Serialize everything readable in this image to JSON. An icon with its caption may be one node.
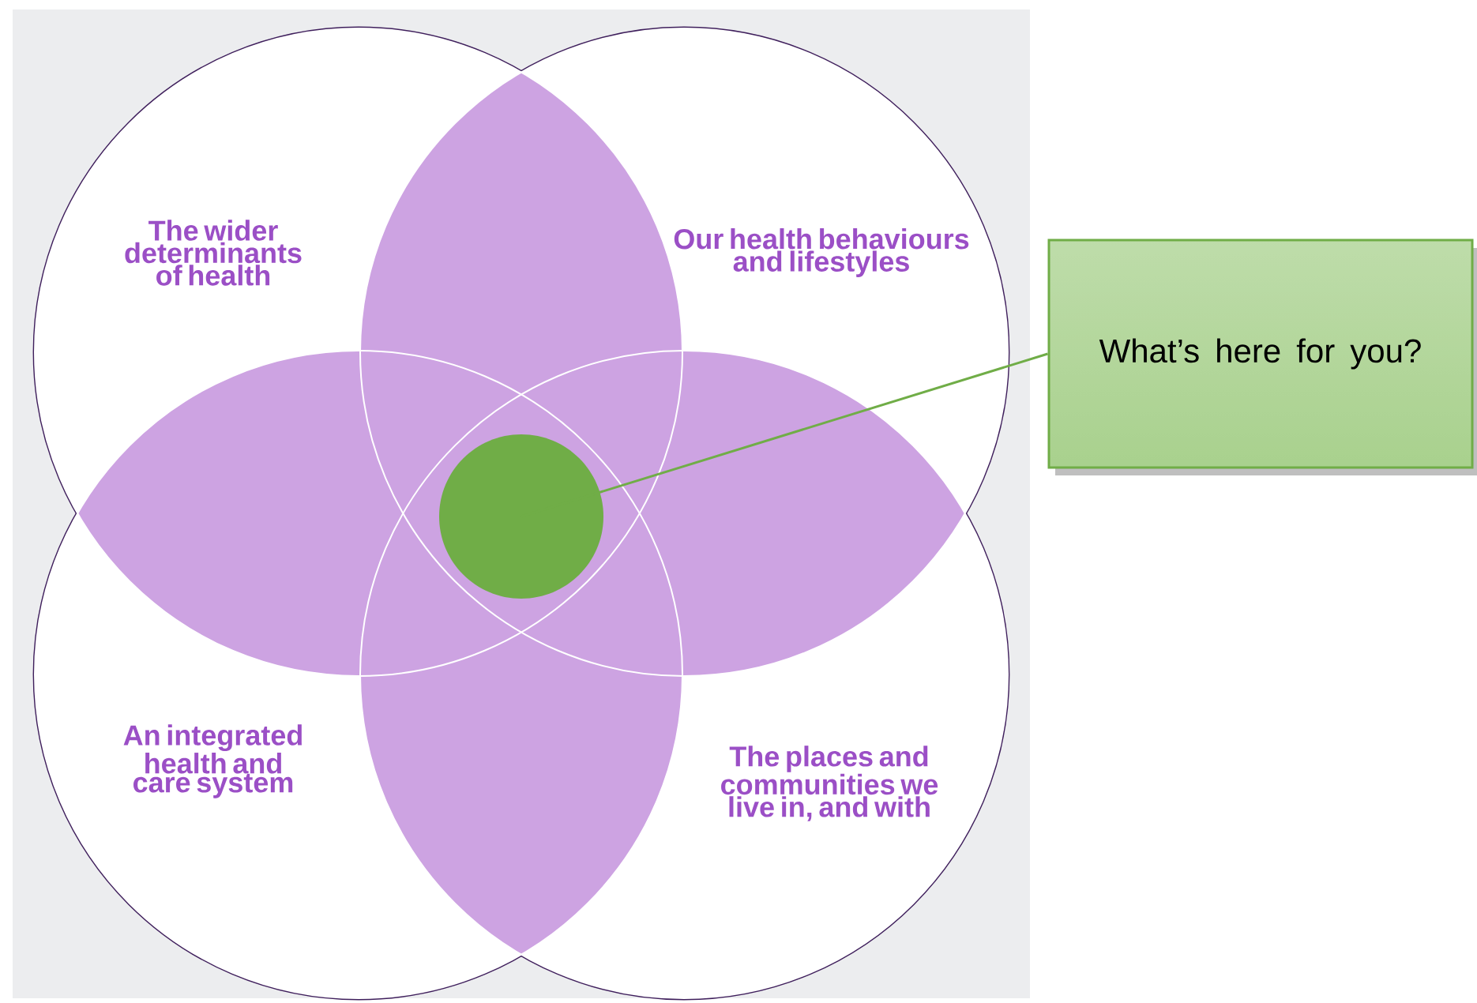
{
  "diagram": {
    "nodes": [
      {
        "text": [
          "The wider determinants of health"
        ]
      },
      {
        "text": [
          "Our health behaviours and lifestyles"
        ]
      },
      {
        "text": [
          "An integrated health and care system"
        ]
      },
      {
        "text": [
          "The places and communities we live in, and with"
        ]
      },
      {
        "text": [],
        "shape": "circle"
      },
      {
        "text": [
          "What’s here for you?"
        ]
      }
    ],
    "edges": [
      {
        "from": 5,
        "to": 4,
        "arrow": "none",
        "color": "#70ad47"
      }
    ]
  }
}
